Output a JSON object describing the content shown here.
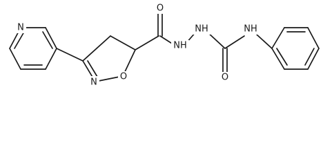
{
  "molecule": {
    "atom_labels": {
      "pyridine_n": "N",
      "isoxazoline_n": "N",
      "isoxazoline_o": "O",
      "amide_o": "O",
      "hydrazide_nh_1": "NH",
      "hydrazide_nh_2": "NH",
      "urea_nh": "NH",
      "urea_o": "O"
    }
  }
}
